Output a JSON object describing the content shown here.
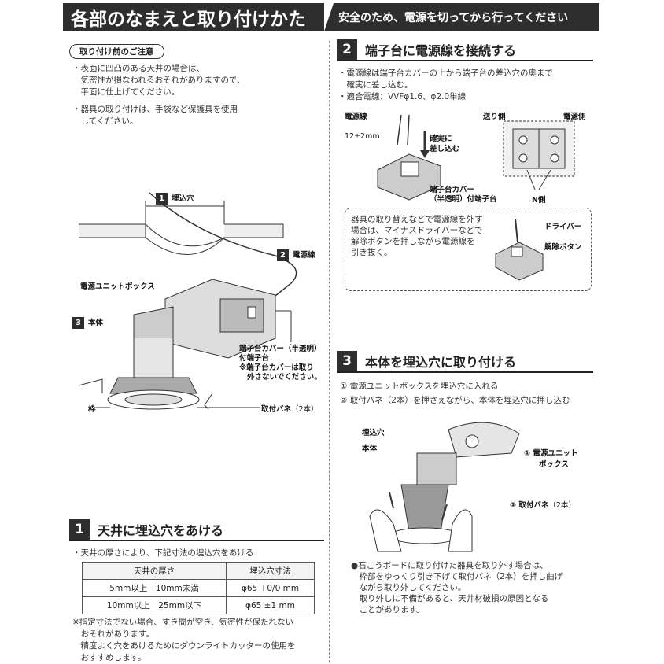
{
  "header": {
    "title": "各部のなまえと取り付けかた",
    "subtitle": "安全のため、電源を切ってから行ってください"
  },
  "precautions": {
    "label": "取り付け前のご注意",
    "items": [
      "・表面に凹凸のある天井の場合は、\n　気密性が損なわれるおそれがありますので、\n　平面に仕上げてください。",
      "・器具の取り付けは、手袋など保護具を使用\n　してください。"
    ]
  },
  "parts_diagram": {
    "hole_label": "埋込穴",
    "hole_num": "1",
    "cable_label": "電源線",
    "cable_num": "2",
    "box_label": "電源ユニットボックス",
    "body_label": "本体",
    "body_num": "3",
    "terminal_label_1": "端子台カバー（半透明）",
    "terminal_label_2": "付端子台",
    "terminal_label_3": "※端子台カバーは取り",
    "terminal_label_4": "外さないでください。",
    "frame_label": "枠",
    "spring_label": "取付バネ",
    "spring_count": "（2本）"
  },
  "section1": {
    "num": "1",
    "title": "天井に埋込穴をあける",
    "intro": "・天井の厚さにより、下記寸法の埋込穴をあける",
    "table_headers": [
      "天井の厚さ",
      "埋込穴寸法"
    ],
    "table_rows": [
      [
        "5mm以上　10mm未満",
        "φ65 +0/0 mm"
      ],
      [
        "10mm以上　25mm以下",
        "φ65 ±1 mm"
      ]
    ],
    "footnote": "※指定寸法でない場合、すき間が空き、気密性が保たれない\n　おそれがあります。\n　精度よく穴をあけるためにダウンライトカッターの使用を\n　おすすめします。"
  },
  "section2": {
    "num": "2",
    "title": "端子台に電源線を接続する",
    "items": [
      "・電源線は端子台カバーの上から端子台の差込穴の奥まで\n　確実に差し込む。",
      "・適合電線：VVFφ1.6、φ2.0単線"
    ],
    "wire_label": "電源線",
    "strip_label": "12±2mm",
    "insert_label": "確実に\n差し込む",
    "cover_label": "端子台カバー\n（半透明）付端子台",
    "send_label": "送り側",
    "power_label": "電源側",
    "n_label": "N側",
    "replace_note": "器具の取り替えなどで電源線を外す\n場合は、マイナスドライバーなどで\n解除ボタンを押しながら電源線を\n引き抜く。",
    "driver_label": "ドライバー",
    "release_label": "解除ボタン"
  },
  "section3": {
    "num": "3",
    "title": "本体を埋込穴に取り付ける",
    "steps": [
      "① 電源ユニットボックスを埋込穴に入れる",
      "② 取付バネ（2本）を押さえながら、本体を埋込穴に押し込む"
    ],
    "hole_label": "埋込穴",
    "body_label": "本体",
    "box_label": "① 電源ユニット\n　　ボックス",
    "spring_label": "② 取付バネ",
    "spring_count": "（2本）",
    "removal_note": "●石こうボードに取り付けた器具を取り外す場合は、\n　枠部をゆっくり引き下げて取付バネ（2本）を押し曲げ\n　ながら取り外してください。\n　取り外しに不備があると、天井材破損の原因となる\n　ことがあります。"
  }
}
